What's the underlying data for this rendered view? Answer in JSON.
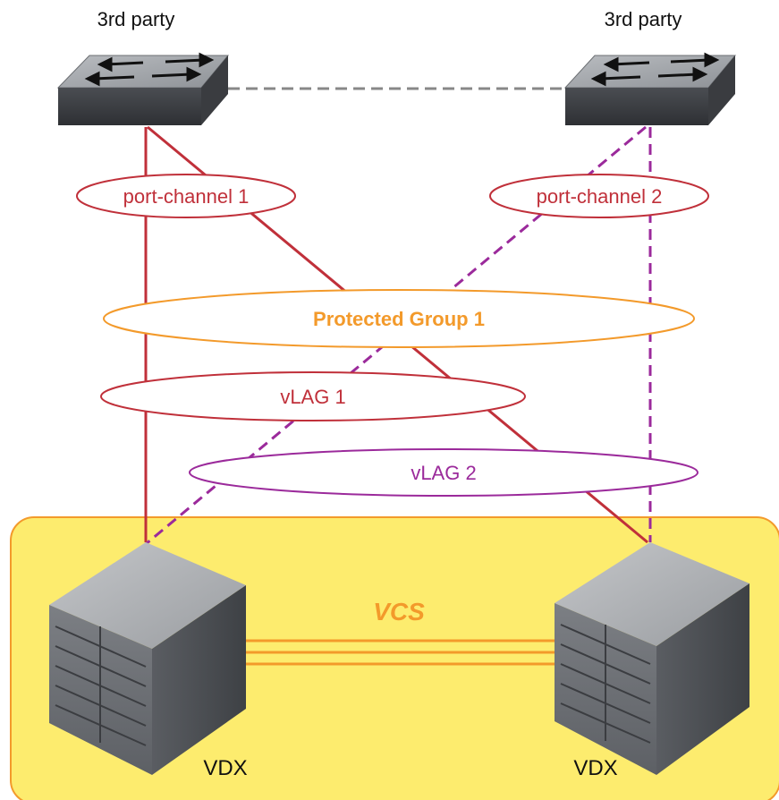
{
  "switches": {
    "left": {
      "label": "3rd party"
    },
    "right": {
      "label": "3rd party"
    }
  },
  "port_channels": [
    {
      "label": "port-channel 1",
      "color": "#c0303a"
    },
    {
      "label": "port-channel 2",
      "color": "#c0303a"
    }
  ],
  "groups": {
    "protected": {
      "label": "Protected Group 1",
      "color": "#f39a2b"
    },
    "vlag1": {
      "label": "vLAG 1",
      "color": "#c0303a"
    },
    "vlag2": {
      "label": "vLAG 2",
      "color": "#9b2a9b"
    }
  },
  "fabric": {
    "label": "VCS",
    "color": "#f39a2b",
    "background": "#fdec6e"
  },
  "vdx": {
    "left": {
      "label": "VDX"
    },
    "right": {
      "label": "VDX"
    }
  },
  "colors": {
    "vlag1_links": "#c0303a",
    "vlag2_links": "#9b2a9b",
    "isl_links": "#f39a2b",
    "inter_switch_link": "#888888"
  }
}
